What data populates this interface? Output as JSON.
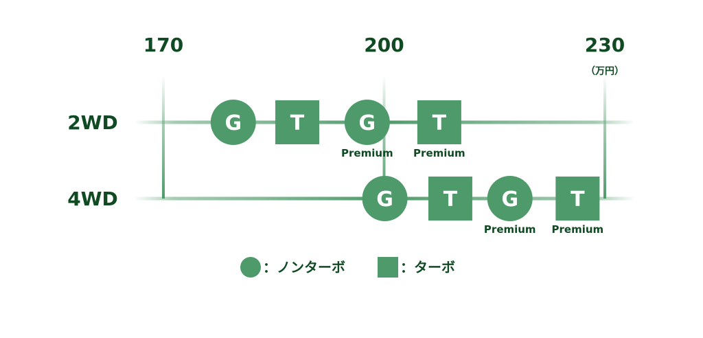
{
  "chart_data": {
    "type": "scatter",
    "title": "",
    "unit_label": "（万円）",
    "xlim": [
      170,
      230
    ],
    "x_ticks": [
      170,
      200,
      230
    ],
    "x_tick_labels": [
      "170",
      "200",
      "230"
    ],
    "rows": [
      "2WD",
      "4WD"
    ],
    "series": [
      {
        "row": "2WD",
        "points": [
          {
            "letter": "G",
            "sub": "",
            "shape": "circle",
            "x": 179.5
          },
          {
            "letter": "T",
            "sub": "",
            "shape": "square",
            "x": 188.2
          },
          {
            "letter": "G",
            "sub": "Premium",
            "shape": "circle",
            "x": 197.7
          },
          {
            "letter": "T",
            "sub": "Premium",
            "shape": "square",
            "x": 207.5
          }
        ]
      },
      {
        "row": "4WD",
        "points": [
          {
            "letter": "G",
            "sub": "",
            "shape": "circle",
            "x": 200.1
          },
          {
            "letter": "T",
            "sub": "",
            "shape": "square",
            "x": 209.0
          },
          {
            "letter": "G",
            "sub": "Premium",
            "shape": "circle",
            "x": 217.1
          },
          {
            "letter": "T",
            "sub": "Premium",
            "shape": "square",
            "x": 226.3
          }
        ]
      }
    ],
    "legend": [
      {
        "shape": "circle",
        "label": "：ノンターボ"
      },
      {
        "shape": "square",
        "label": "：ターボ"
      }
    ],
    "legend_position": "bottom",
    "colors": {
      "mark": "#4f9a6a",
      "text": "#0f4a22",
      "line": "#6aaa80"
    }
  }
}
